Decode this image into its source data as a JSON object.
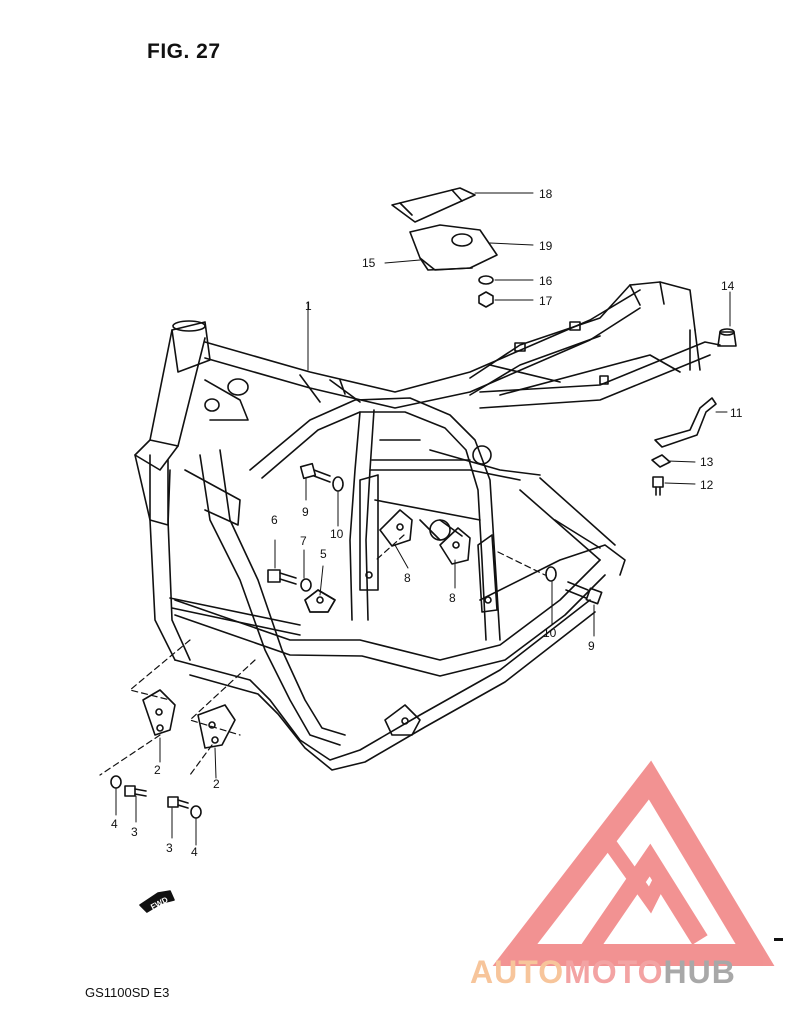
{
  "figure": {
    "title": "FIG. 27",
    "model": "GS1100SD  E3",
    "fwd_label": "FWD"
  },
  "callouts": [
    "1",
    "2",
    "2",
    "3",
    "3",
    "4",
    "4",
    "5",
    "6",
    "7",
    "8",
    "8",
    "9",
    "9",
    "10",
    "10",
    "11",
    "12",
    "13",
    "14",
    "15",
    "16",
    "17",
    "18",
    "19"
  ],
  "watermark": {
    "part1": "AUTO",
    "part2": "MOTO",
    "part3": "HUB",
    "colors": {
      "auto": "#f7c59b",
      "moto": "#f3a3a3",
      "hub": "#a8a8a8",
      "logo": "#f08080"
    }
  }
}
